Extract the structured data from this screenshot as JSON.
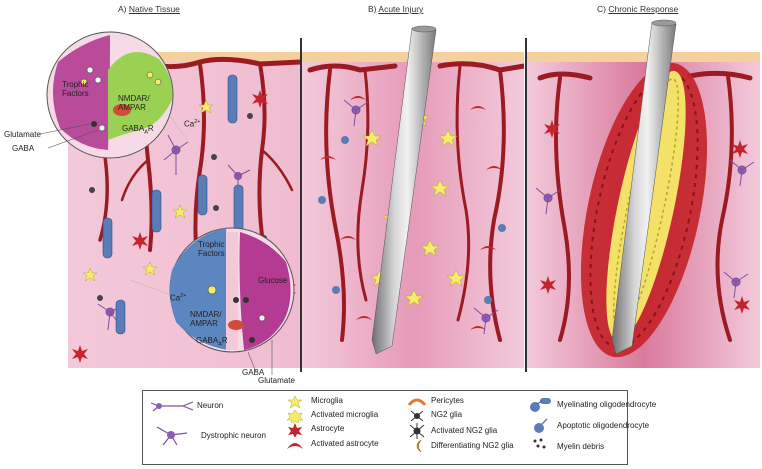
{
  "panels": [
    {
      "prefix": "A) ",
      "name": "Native Tissue"
    },
    {
      "prefix": "B) ",
      "name": "Acute Injury"
    },
    {
      "prefix": "C) ",
      "name": "Chronic Response"
    }
  ],
  "inset_top": {
    "trophic": "Trophic\nFactors",
    "nmdar": "NMDAR/\nAMPAR",
    "ca": "Ca",
    "ca_sup": "2+",
    "gaba_ar": "GABA",
    "gaba_ar_sub": "A",
    "gaba_ar_suffix": "R",
    "glutamate": "Glutamate",
    "gaba": "GABA"
  },
  "inset_bottom": {
    "trophic": "Trophic\nFactors",
    "glucose": "Glucose",
    "ca": "Ca",
    "ca_sup": "2+",
    "nmdar": "NMDAR/\nAMPAR",
    "gaba_ar": "GABA",
    "gaba_ar_sub": "A",
    "gaba_ar_suffix": "R",
    "gaba": "GABA",
    "glutamate": "Glutamate"
  },
  "legend": {
    "neuron": "Neuron",
    "dystrophic_neuron": "Dystrophic neuron",
    "microglia": "Microglia",
    "activated_microglia": "Activated microglia",
    "astrocyte": "Astrocyte",
    "activated_astrocyte": "Activated astrocyte",
    "pericytes": "Pericytes",
    "ng2_glia": "NG2 glia",
    "activated_ng2_glia": "Activated NG2 glia",
    "differentiating_ng2_glia": "Differentiating NG2 glia",
    "myelinating_oligodendrocyte": "Myelinating oligodendrocyte",
    "apoptotic_oligodendrocyte": "Apoptotic oligodendrocyte",
    "myelin_debris": "Myelin debris"
  },
  "colors": {
    "tissue": "#f2c6d7",
    "tissue_dark": "#e7a3bd",
    "surface": "#f5cf9e",
    "vessel": "#9b1b22",
    "probe": "#a9a9ab",
    "microglia": "#f5ec6a",
    "astrocyte": "#c4242a",
    "neuron": "#7d4fa0",
    "oligodendrocyte": "#5a7db8",
    "inset_green": "#9bd152",
    "inset_purple": "#b33b92",
    "inset_blue": "#5c86bf"
  }
}
